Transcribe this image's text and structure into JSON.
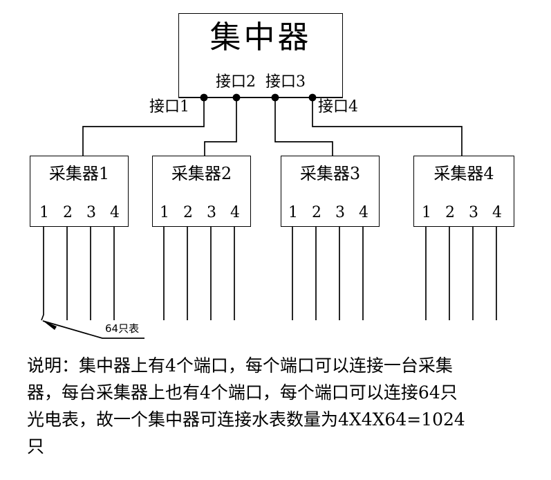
{
  "diagram": {
    "hub": {
      "title": "集中器",
      "port_labels_inside": [
        "接口2",
        "接口3"
      ],
      "port_label_left": "接口1",
      "port_label_right": "接口4",
      "port_count": 4
    },
    "collectors": [
      {
        "title": "采集器1",
        "ports": [
          "1",
          "2",
          "3",
          "4"
        ]
      },
      {
        "title": "采集器2",
        "ports": [
          "1",
          "2",
          "3",
          "4"
        ]
      },
      {
        "title": "采集器3",
        "ports": [
          "1",
          "2",
          "3",
          "4"
        ]
      },
      {
        "title": "采集器4",
        "ports": [
          "1",
          "2",
          "3",
          "4"
        ]
      }
    ],
    "annotation": {
      "meters_label": "64只表"
    },
    "colors": {
      "line": "#000000",
      "text": "#000000",
      "background": "#ffffff"
    }
  },
  "note": {
    "lines": [
      "说明：集中器上有4个端口，每个端口可以连接一台采集",
      "器，每台采集器上也有4个端口，每个端口可以连接64只",
      "光电表，故一个集中器可连接水表数量为4X4X64=1024",
      "只"
    ]
  }
}
